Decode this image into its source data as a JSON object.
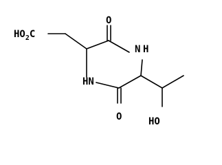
{
  "labels": {
    "carboxylic_acid": "HO2C",
    "carboxylic_acid_main": "HO",
    "carboxylic_acid_sub": "2",
    "carboxylic_acid_tail": "C",
    "carbonyl_top": "O",
    "carbonyl_bottom": "O",
    "ring_nh_right": "N",
    "ring_nh_right_h": "H",
    "ring_nh_left": "HN",
    "hydroxyl": "HO"
  },
  "colors": {
    "bond": "#000000",
    "text": "#000000",
    "background": "#ffffff"
  }
}
